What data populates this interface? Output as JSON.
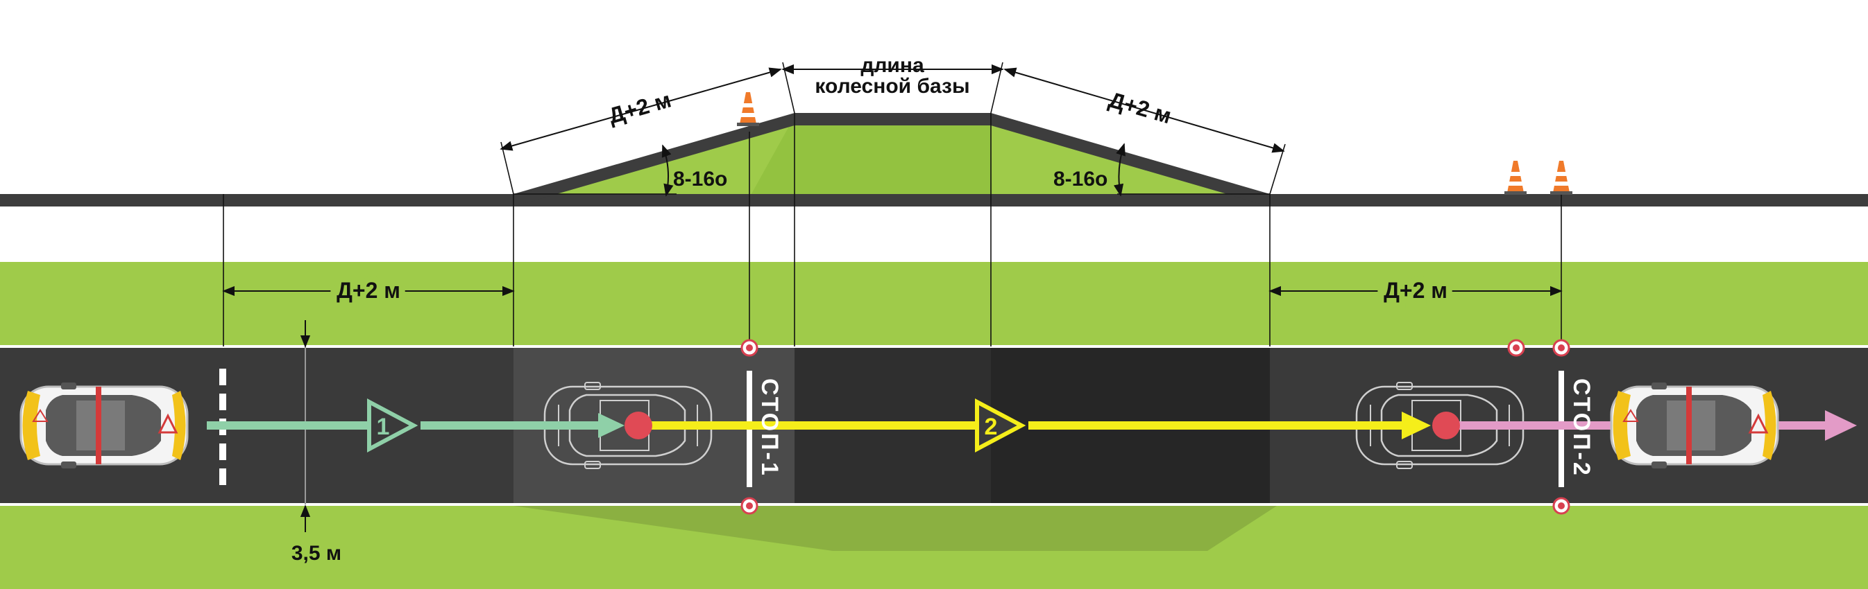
{
  "labels": {
    "wheelbase_line1": "длина",
    "wheelbase_line2": "колесной базы",
    "ramp_up_length": "Д+2 м",
    "ramp_down_length": "Д+2 м",
    "angle_up": "8-16о",
    "angle_down": "8-16о",
    "approach_length": "Д+2 м",
    "exit_length": "Д+2 м",
    "width": "3,5 м",
    "stop1": "СТОП-1",
    "stop2": "СТОП-2",
    "step1": "1",
    "step2": "2"
  },
  "colors": {
    "grass": "#9fcb4a",
    "road": "#3a3a3a",
    "ramp_profile": "#3d3d3d",
    "arrow_green": "#8fd0a8",
    "arrow_yellow": "#f5ee1a",
    "arrow_pink": "#e39bc7",
    "marker_red": "#e04a55"
  },
  "icons": {
    "car": "car-topview-icon",
    "cone": "traffic-cone-icon",
    "marker": "ring-marker-icon"
  }
}
